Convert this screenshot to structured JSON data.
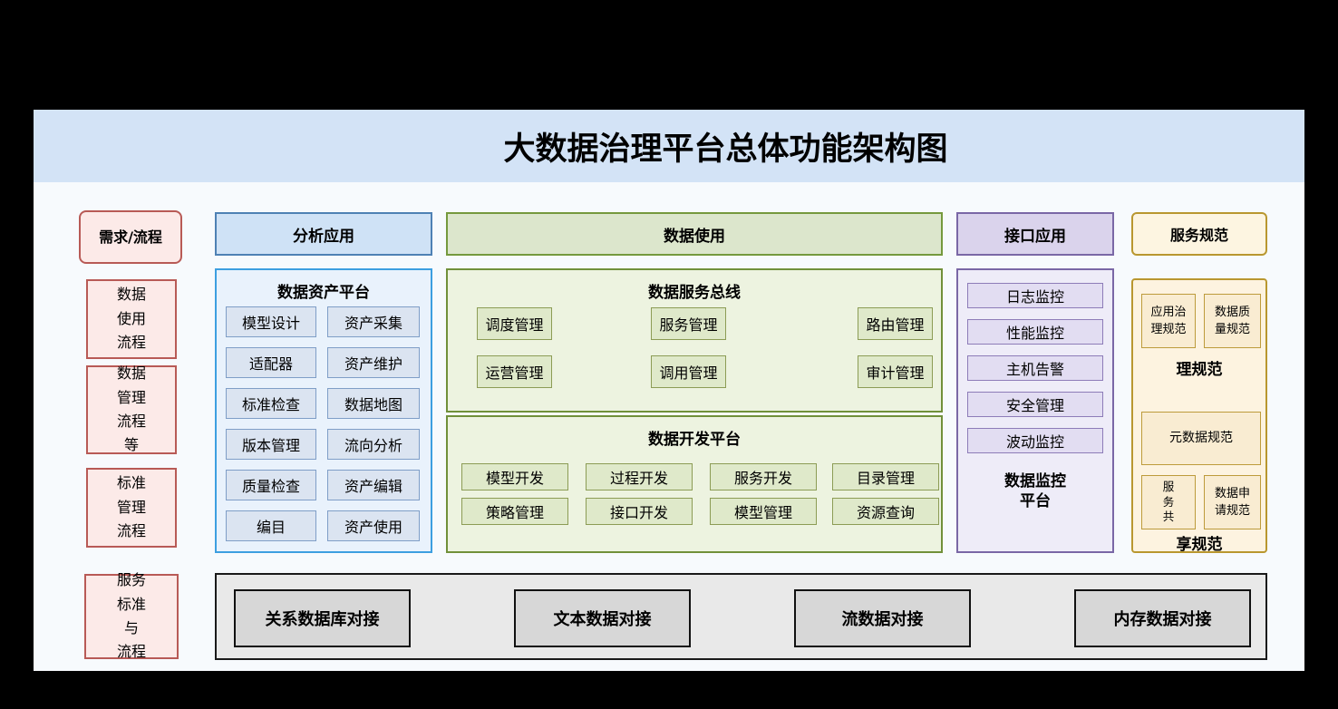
{
  "title": "大数据治理平台总体功能架构图",
  "flow_column": {
    "header_label": "需求/流程",
    "items": [
      "数据\n使用\n流程",
      "数据\n管理\n流程\n等",
      "标准\n管理\n流程",
      "服务\n标准\n与\n流程"
    ]
  },
  "analysis_section": {
    "header_label": "分析应用",
    "platform_title": "数据资产平台",
    "items": [
      "模型设计",
      "资产采集",
      "适配器",
      "资产维护",
      "标准检查",
      "数据地图",
      "版本管理",
      "流向分析",
      "质量检查",
      "资产编辑",
      "编目",
      "资产使用"
    ]
  },
  "data_usage_section": {
    "header_label": "数据使用",
    "service_bus": {
      "title": "数据服务总线",
      "items": [
        "调度管理",
        "服务管理",
        "路由管理",
        "运营管理",
        "调用管理",
        "审计管理"
      ]
    },
    "dev_platform": {
      "title": "数据开发平台",
      "items": [
        "模型开发",
        "过程开发",
        "服务开发",
        "目录管理",
        "策略管理",
        "接口开发",
        "模型管理",
        "资源查询"
      ]
    }
  },
  "interface_section": {
    "header_label": "接口应用",
    "items": [
      "日志监控",
      "性能监控",
      "主机告警",
      "安全管理",
      "波动监控"
    ],
    "platform_label": "数据监控\n平台"
  },
  "service_spec_section": {
    "header_label": "服务规范",
    "governance_items": [
      "应用治\n理规范",
      "数据质\n量规范"
    ],
    "governance_label": "理规范",
    "metadata_item": "元数据规范",
    "sharing_items": [
      "服\n务\n共",
      "数据申\n请规范"
    ],
    "sharing_label": "享规范"
  },
  "data_access_bar": {
    "items": [
      "关系数据库对接",
      "文本数据对接",
      "流数据对接",
      "内存数据对接"
    ]
  },
  "colors": {
    "background": "#000000",
    "canvas": "#f7fafd",
    "title_band": "#d3e3f6",
    "pink_fill": "#fceae8",
    "pink_border": "#b85a56",
    "blue_fill": "#cfe2f6",
    "blue_border": "#3d9fe0",
    "green_fill": "#dce6cc",
    "green_border": "#75993d",
    "purple_fill": "#dad3ec",
    "purple_border": "#7a67a6",
    "orange_fill": "#fdf5e1",
    "orange_border": "#b9972f",
    "gray_fill": "#e9e9e9",
    "gray_border": "#1a1a1a"
  }
}
